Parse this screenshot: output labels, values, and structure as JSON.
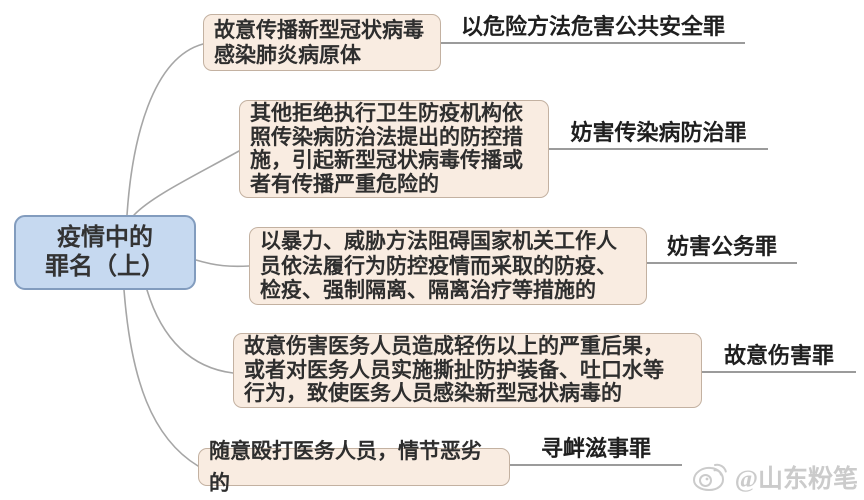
{
  "diagram": {
    "root": {
      "label_lines": [
        "疫情中的",
        "罪名（上）"
      ]
    },
    "branches": [
      {
        "content_lines": [
          "故意传播新型冠状病毒",
          "感染肺炎病原体"
        ],
        "crime": "以危险方法危害公共安全罪"
      },
      {
        "content_lines": [
          "其他拒绝执行卫生防疫机构依",
          "照传染病防治法提出的防控措",
          "施，引起新型冠状病毒传播或",
          "者有传播严重危险的"
        ],
        "crime": "妨害传染病防治罪"
      },
      {
        "content_lines": [
          "以暴力、威胁方法阻碍国家机关工作人",
          "员依法履行为防控疫情而采取的防疫、",
          "检疫、强制隔离、隔离治疗等措施的"
        ],
        "crime": "妨害公务罪"
      },
      {
        "content_lines": [
          "故意伤害医务人员造成轻伤以上的严重后果，",
          "或者对医务人员实施撕扯防护装备、吐口水等",
          "行为，致使医务人员感染新型冠状病毒的"
        ],
        "crime": "故意伤害罪"
      },
      {
        "content_lines": [
          "随意殴打医务人员，情节恶劣的"
        ],
        "crime": "寻衅滋事罪"
      }
    ]
  },
  "watermark": {
    "icon": "weibo-icon",
    "handle": "@山东粉笔"
  },
  "colors": {
    "root_fill": "#c6d9f0",
    "root_border": "#829cbe",
    "box_fill": "#f9ece1",
    "box_border": "#c3b1a1",
    "connector_line": "#a6a6a6",
    "underline": "#9b9b9b",
    "text": "#2e2e2e",
    "watermark": "#cbcbcb",
    "background": "#ffffff"
  }
}
